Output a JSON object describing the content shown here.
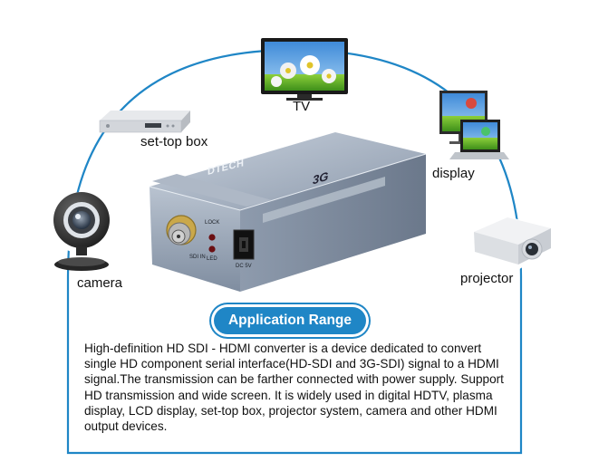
{
  "devices": {
    "tv": "TV",
    "set_top_box": "set-top box",
    "display": "display",
    "camera": "camera",
    "projector": "projector"
  },
  "converter": {
    "brand": "DTECH",
    "model_mark": "3G",
    "ports": {
      "lock": "LOCK",
      "sdi_in": "SDI IN",
      "led": "LED",
      "dc": "DC 5V"
    }
  },
  "application": {
    "title": "Application Range",
    "description": "High-definition HD SDI - HDMI converter is a device dedicated to convert single HD component serial interface(HD-SDI and 3G-SDI) signal to a HDMI signal.The transmission can be farther connected with power supply. Support HD transmission and wide screen. It is widely used in digital HDTV, plasma display, LCD display, set-top box, projector system, camera and other HDMI output devices."
  },
  "colors": {
    "accent": "#1f86c6",
    "device_body": "#9aa7b8"
  }
}
